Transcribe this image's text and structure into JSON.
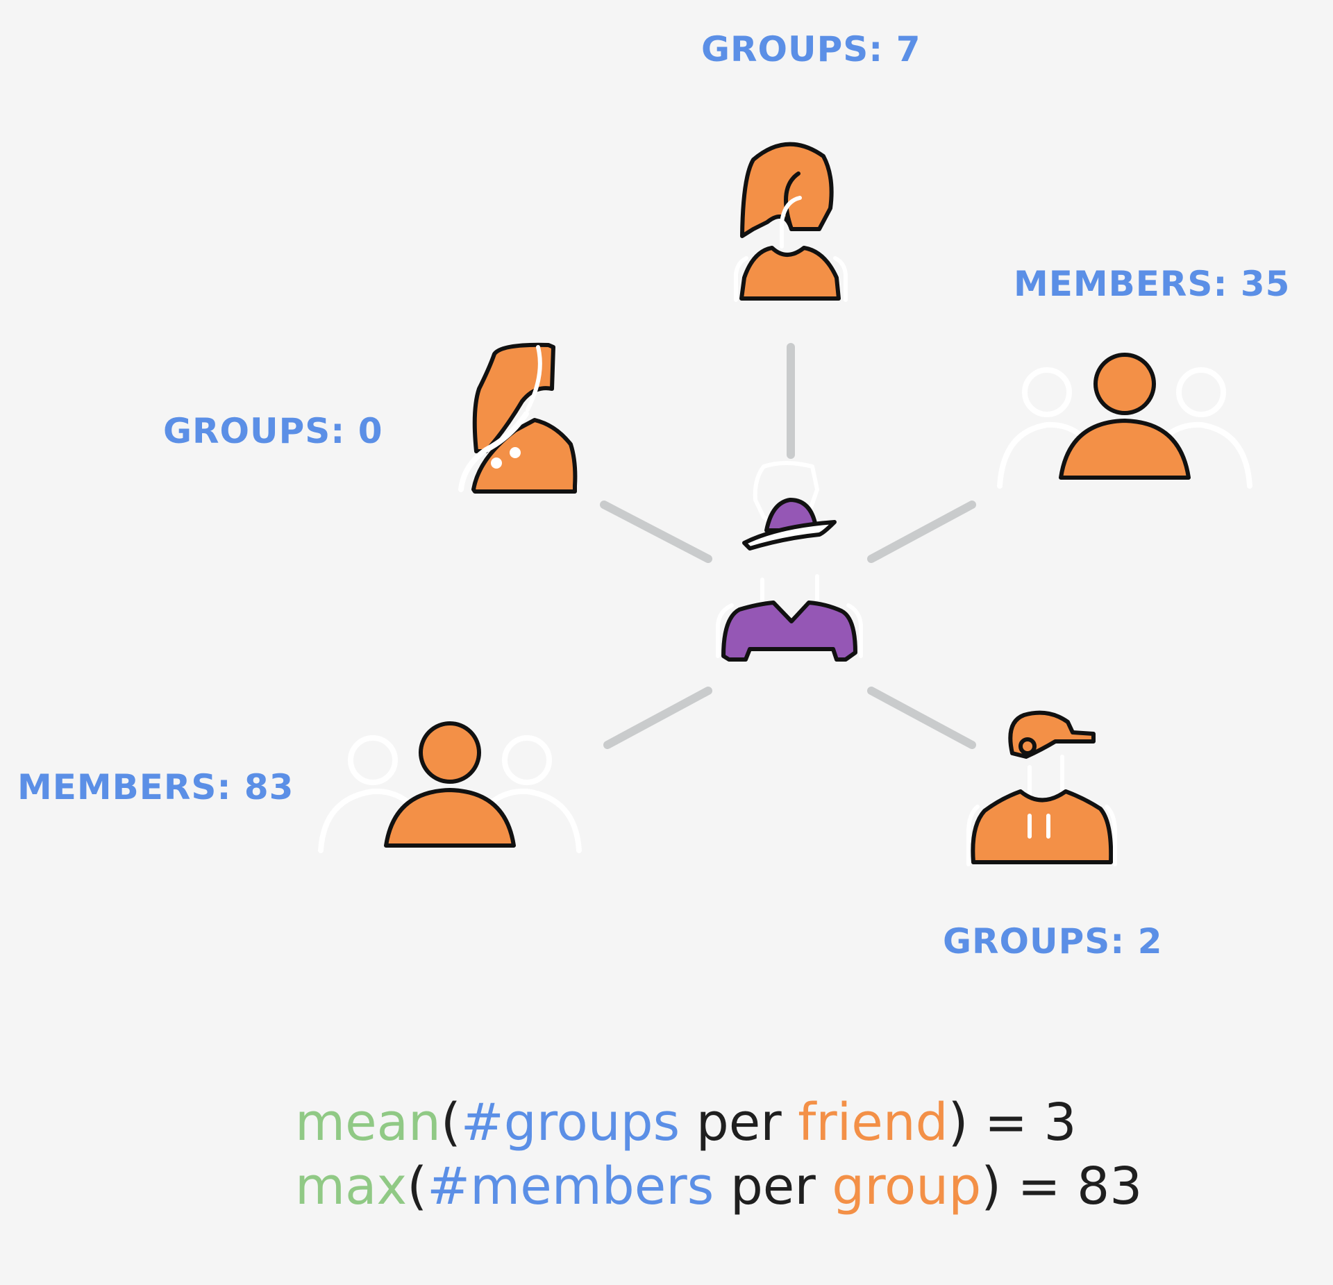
{
  "colors": {
    "background": "#f5f5f5",
    "label_blue": "#5b8fe6",
    "accent_orange": "#f39047",
    "center_purple": "#9557b5",
    "edge_gray": "#c9cbcc",
    "outline": "#111111",
    "formula_green": "#90c985",
    "formula_blue": "#5b8fe6",
    "formula_orange": "#f39047",
    "formula_dark": "#1f1f1f"
  },
  "nodes": {
    "center": {
      "icon": "person-hat-icon"
    },
    "top": {
      "label": "GROUPS: 7",
      "icon": "person-woman-short-hair-icon"
    },
    "upper_left": {
      "label": "GROUPS: 0",
      "icon": "person-woman-long-hair-icon"
    },
    "upper_right": {
      "label": "MEMBERS: 35",
      "icon": "group-icon"
    },
    "lower_left": {
      "label": "MEMBERS: 83",
      "icon": "group-icon"
    },
    "lower_right": {
      "label": "GROUPS: 2",
      "icon": "person-cap-icon"
    }
  },
  "formulas": {
    "line1": {
      "func": "mean",
      "open": "(",
      "metric": "#groups",
      "per": " per ",
      "entity": "friend",
      "close": ") = 3"
    },
    "line2": {
      "func": "max",
      "open": "(",
      "metric": "#members",
      "per": " per ",
      "entity": "group",
      "close": ") = 83"
    }
  }
}
